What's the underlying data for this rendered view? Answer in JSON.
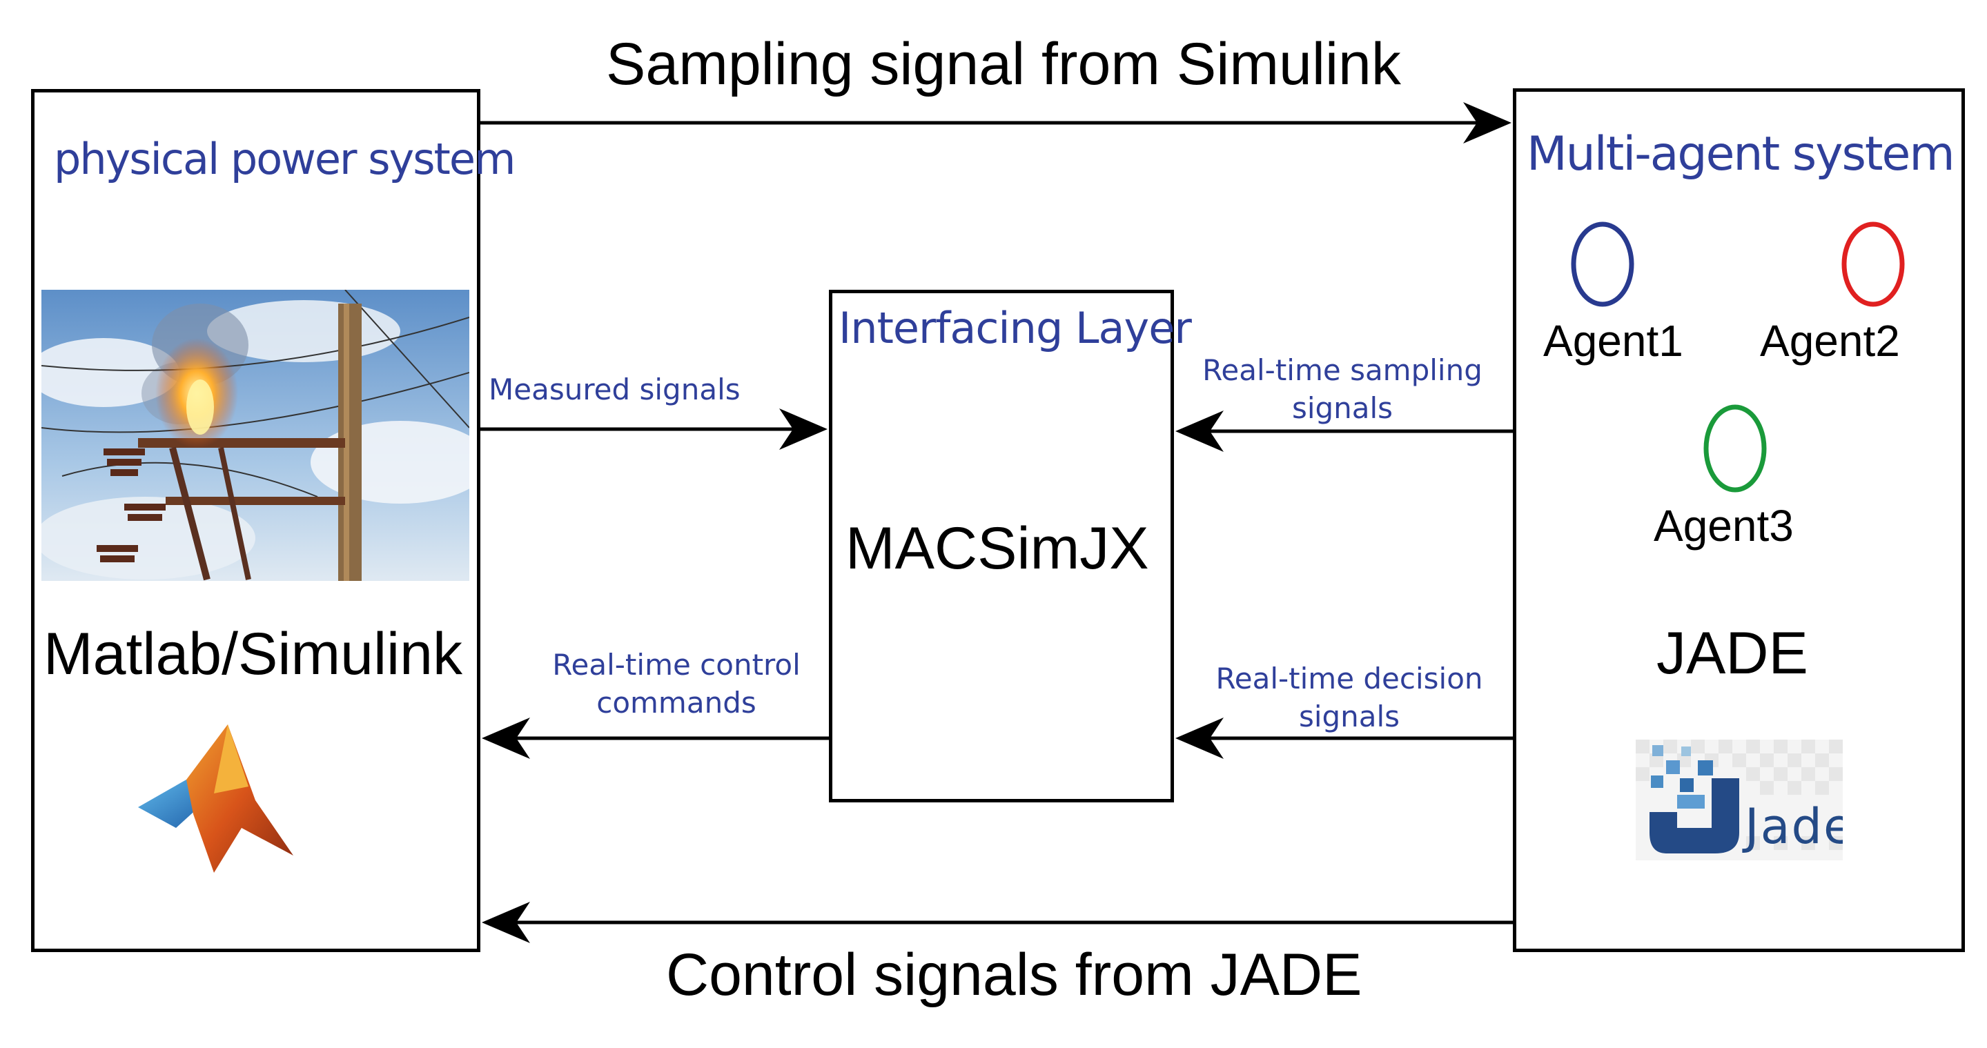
{
  "top_arrow_label": "Sampling signal from Simulink",
  "bottom_arrow_label": "Control signals from JADE",
  "left_box": {
    "title": "physical power system",
    "label": "Matlab/Simulink",
    "photo_icon": "power-line-fire-photo",
    "logo_icon": "matlab-logo"
  },
  "middle_box": {
    "title": "Interfacing Layer",
    "label": "MACSimJX"
  },
  "right_box": {
    "title": "Multi-agent system",
    "agents": [
      {
        "label": "Agent1",
        "color": "#283a8f"
      },
      {
        "label": "Agent2",
        "color": "#e02020"
      },
      {
        "label": "Agent3",
        "color": "#1a9a3a"
      }
    ],
    "label": "JADE",
    "logo_icon": "jade-logo",
    "logo_text": "Jade"
  },
  "arrow_labels": {
    "measured_signals": "Measured signals",
    "control_commands_line1": "Real-time control",
    "control_commands_line2": "commands",
    "sampling_signals_line1": "Real-time sampling",
    "sampling_signals_line2": "signals",
    "decision_signals_line1": "Real-time decision",
    "decision_signals_line2": "signals"
  },
  "colors": {
    "label_blue": "#2f3f9a",
    "line": "#000000"
  }
}
